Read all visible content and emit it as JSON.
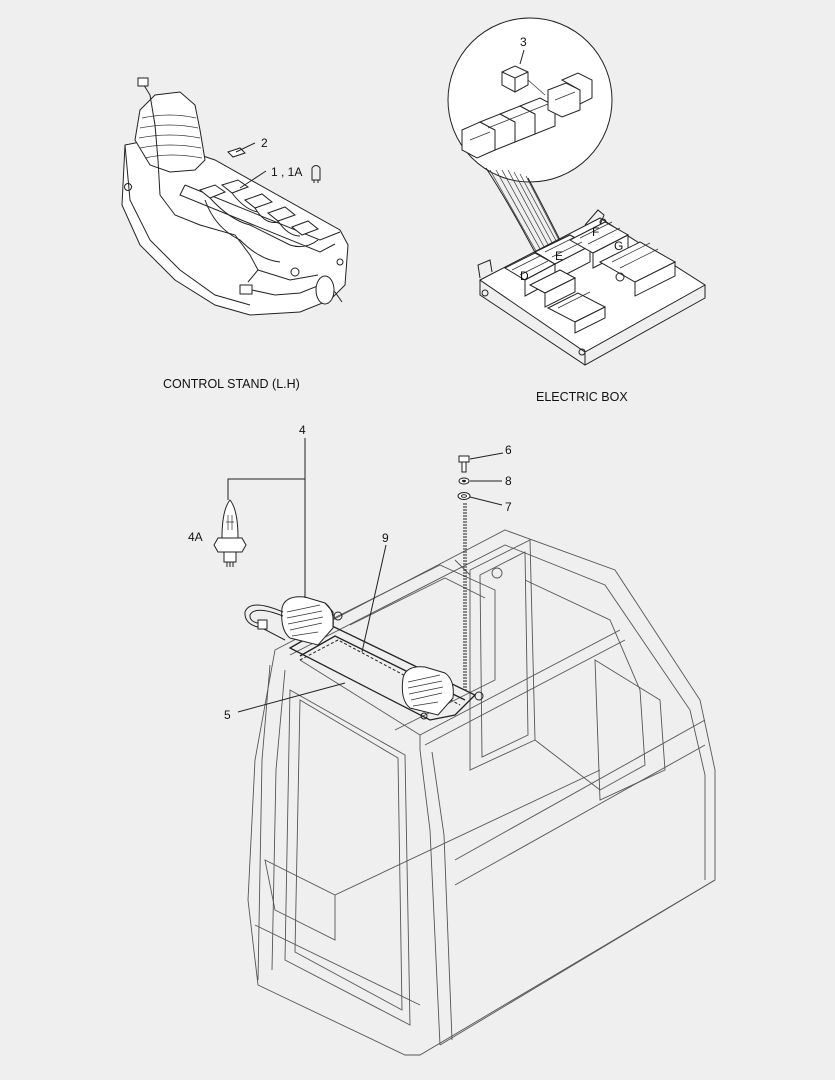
{
  "captions": {
    "control_stand": "CONTROL STAND (L.H)",
    "electric_box": "ELECTRIC BOX"
  },
  "callouts": {
    "c1": "1 , 1A",
    "c2": "2",
    "c3": "3",
    "c4": "4",
    "c4a": "4A",
    "c5": "5",
    "c6": "6",
    "c7": "7",
    "c8": "8",
    "c9": "9"
  },
  "relay_block_letters": {
    "d": "D",
    "e": "E",
    "f": "F",
    "g": "G"
  },
  "colors": {
    "background": "#efefef",
    "line": "#222222"
  }
}
